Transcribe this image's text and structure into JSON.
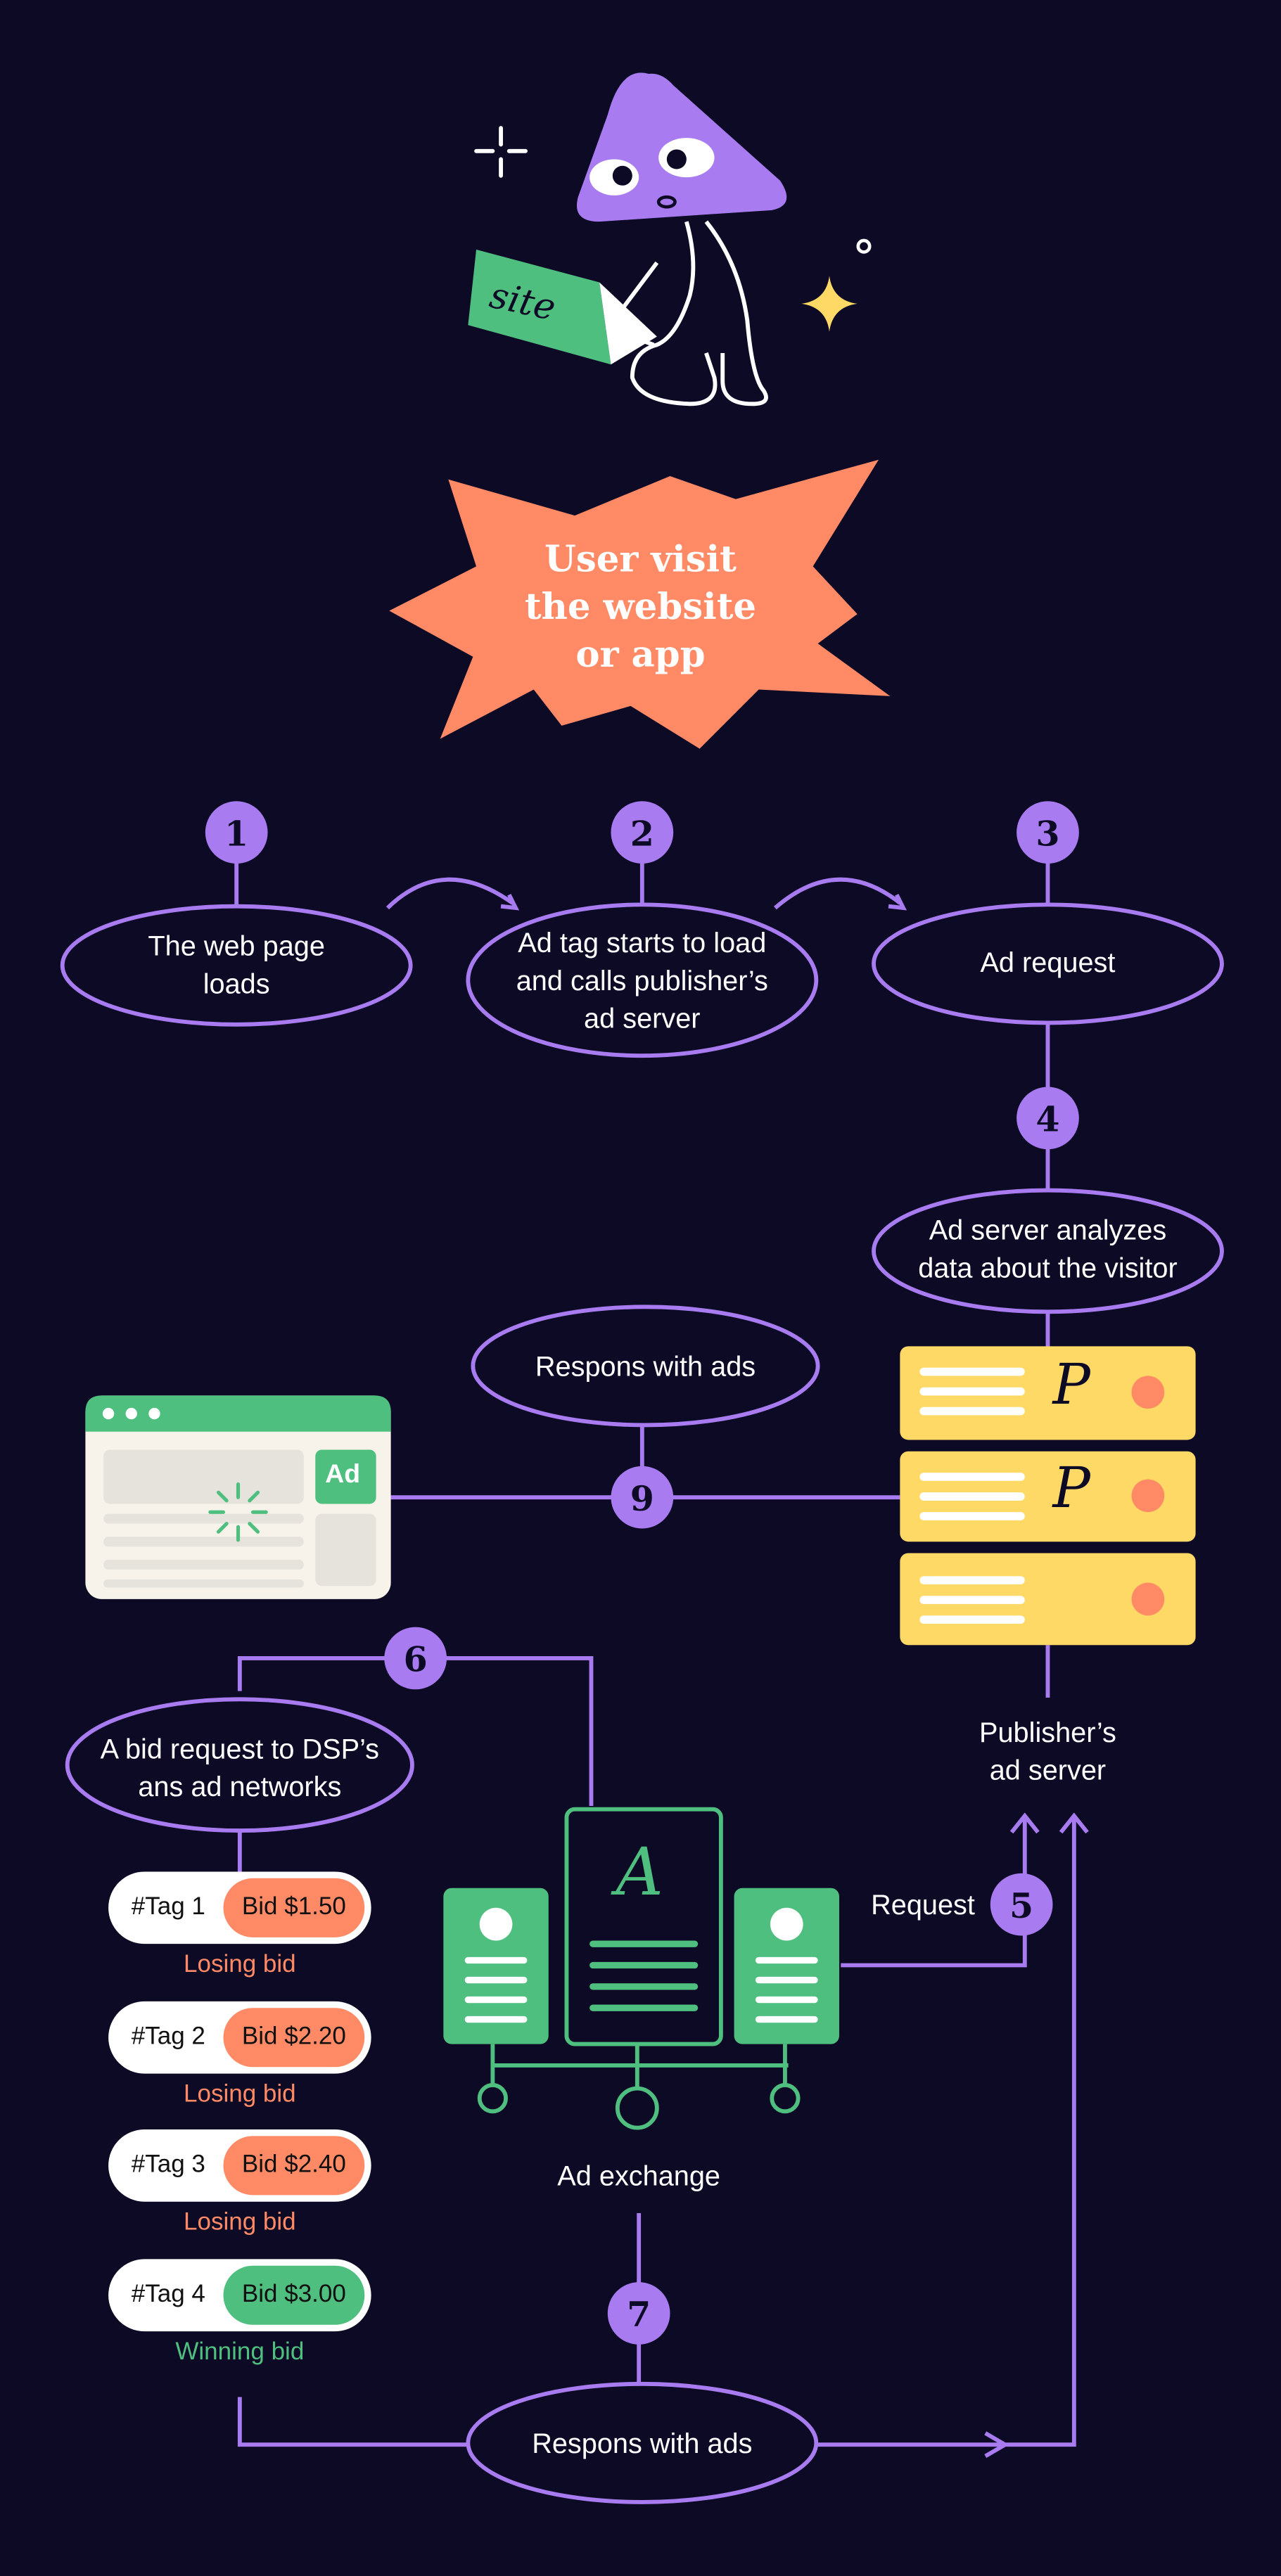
{
  "illustration": {
    "site_word": "site"
  },
  "intro": {
    "text": "User visit\nthe website\nor app"
  },
  "steps": [
    {
      "number": "1",
      "label": "The web page\nloads"
    },
    {
      "number": "2",
      "label": "Ad tag starts to load\nand calls publisher’s\nad server"
    },
    {
      "number": "3",
      "label": "Ad request"
    },
    {
      "number": "4",
      "label": "Ad server analyzes\ndata about the visitor"
    },
    {
      "number": "5",
      "label": "Request"
    },
    {
      "number": "6",
      "label": "A bid request to DSP’s\nans ad networks"
    },
    {
      "number": "7",
      "label": "Respons with ads"
    },
    {
      "number": "9",
      "label": "Respons with ads"
    }
  ],
  "publisher_server": {
    "label": "Publisher’s\nad server",
    "letter": "P"
  },
  "ad_exchange": {
    "label": "Ad exchange",
    "letter": "A"
  },
  "browser": {
    "ad_label": "Ad"
  },
  "bids": [
    {
      "tag": "#Tag 1",
      "bid": "Bid $1.50",
      "status": "Losing bid",
      "won": false
    },
    {
      "tag": "#Tag 2",
      "bid": "Bid $2.20",
      "status": "Losing bid",
      "won": false
    },
    {
      "tag": "#Tag 3",
      "bid": "Bid $2.40",
      "status": "Losing bid",
      "won": false
    },
    {
      "tag": "#Tag 4",
      "bid": "Bid $3.00",
      "status": "Winning bid",
      "won": true
    }
  ],
  "colors": {
    "background": "#0d0a26",
    "purple": "#a87cf0",
    "orange": "#ff8a65",
    "green": "#4fbf7f",
    "yellow": "#ffd966",
    "light": "#f7f3ea"
  }
}
